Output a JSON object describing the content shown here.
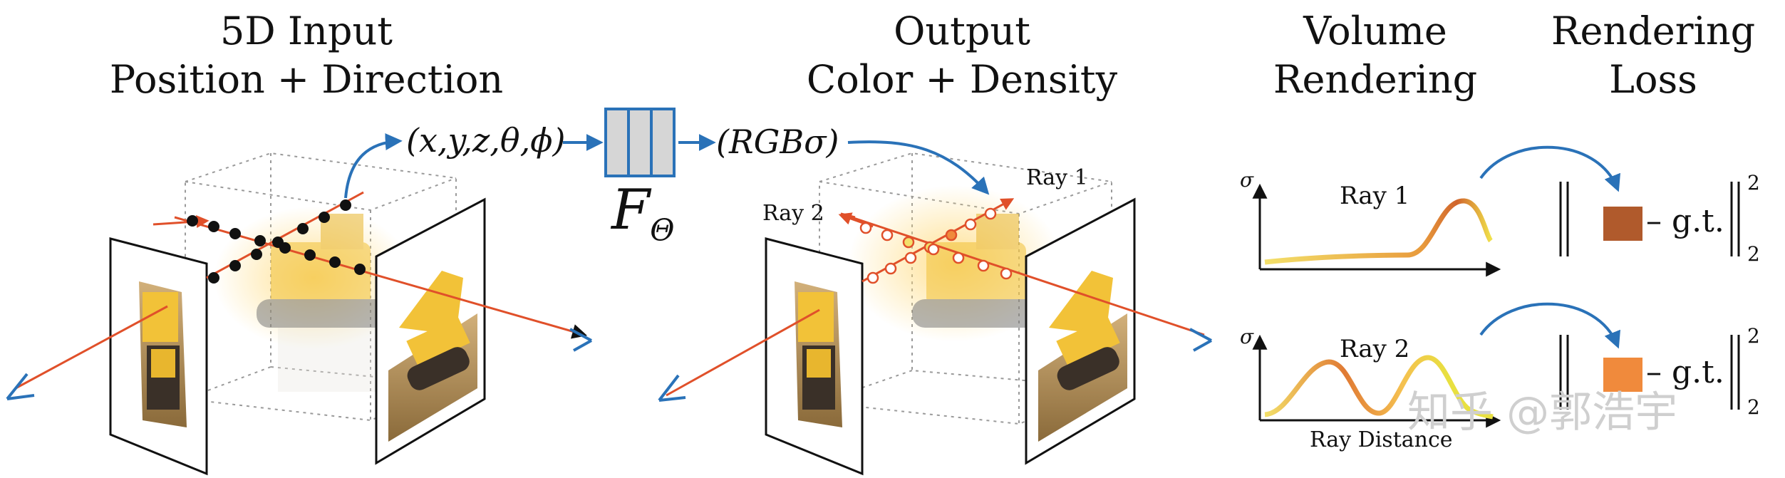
{
  "sections": {
    "input": {
      "line1": "5D Input",
      "line2": "Position + Direction"
    },
    "output": {
      "line1": "Output",
      "line2": "Color + Density"
    },
    "volume": {
      "line1": "Volume",
      "line2": "Rendering"
    },
    "loss": {
      "line1": "Rendering",
      "line2": "Loss"
    }
  },
  "input_tuple": "(x,y,z,θ,ϕ)",
  "network": {
    "name": "F",
    "subscript": "Θ"
  },
  "output_tuple": "(RGBσ)",
  "rays": {
    "ray1": "Ray 1",
    "ray2": "Ray 2"
  },
  "plots": {
    "ray1": {
      "ylabel": "σ",
      "title": "Ray 1"
    },
    "ray2": {
      "ylabel": "σ",
      "title": "Ray 2",
      "xlabel": "Ray Distance"
    }
  },
  "loss": {
    "ray1_text": "– g.t.",
    "ray2_text": "– g.t.",
    "exponent": "2",
    "subscript": "2"
  },
  "colors": {
    "arrow_blue": "#2a72b8",
    "ray_red": "#e0502a",
    "swatch1": "#b05a2c",
    "swatch2": "#f08a3c"
  },
  "watermark": "知乎 @郭浩宇"
}
